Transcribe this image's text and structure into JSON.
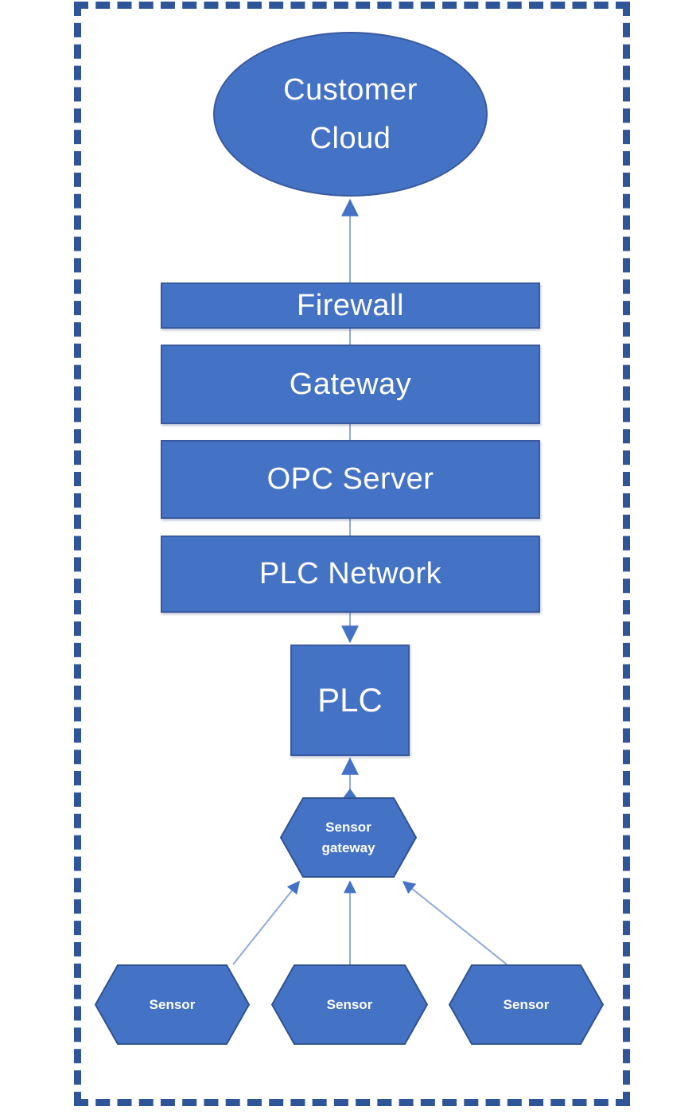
{
  "diagram": {
    "type": "network-architecture-flowchart",
    "nodes": {
      "customer_cloud": {
        "label": "Customer Cloud",
        "shape": "ellipse"
      },
      "firewall": {
        "label": "Firewall",
        "shape": "rect"
      },
      "gateway": {
        "label": "Gateway",
        "shape": "rect"
      },
      "opc_server": {
        "label": "OPC Server",
        "shape": "rect"
      },
      "plc_network": {
        "label": "PLC Network",
        "shape": "rect"
      },
      "plc": {
        "label": "PLC",
        "shape": "rect"
      },
      "sensor_gateway": {
        "label": "Sensor gateway",
        "shape": "hexagon"
      },
      "sensor_1": {
        "label": "Sensor",
        "shape": "hexagon"
      },
      "sensor_2": {
        "label": "Sensor",
        "shape": "hexagon"
      },
      "sensor_3": {
        "label": "Sensor",
        "shape": "hexagon"
      }
    },
    "edges": [
      {
        "from": "firewall",
        "to": "customer_cloud",
        "arrow": "to"
      },
      {
        "from": "firewall",
        "to": "gateway",
        "arrow": "none"
      },
      {
        "from": "gateway",
        "to": "opc_server",
        "arrow": "none"
      },
      {
        "from": "opc_server",
        "to": "plc_network",
        "arrow": "none"
      },
      {
        "from": "plc_network",
        "to": "plc",
        "arrow": "to"
      },
      {
        "from": "sensor_gateway",
        "to": "plc",
        "arrow": "to"
      },
      {
        "from": "sensor_1",
        "to": "sensor_gateway",
        "arrow": "to"
      },
      {
        "from": "sensor_2",
        "to": "sensor_gateway",
        "arrow": "to"
      },
      {
        "from": "sensor_3",
        "to": "sensor_gateway",
        "arrow": "to"
      }
    ],
    "colors": {
      "node_fill": "#4472C4",
      "node_border": "#3A5A9F",
      "connector_line": "#8FAADC",
      "arrowhead": "#4472C4",
      "frame_dash": "#2E5597",
      "label_text": "#FFFFFF",
      "background": "#FFFFFF"
    }
  }
}
